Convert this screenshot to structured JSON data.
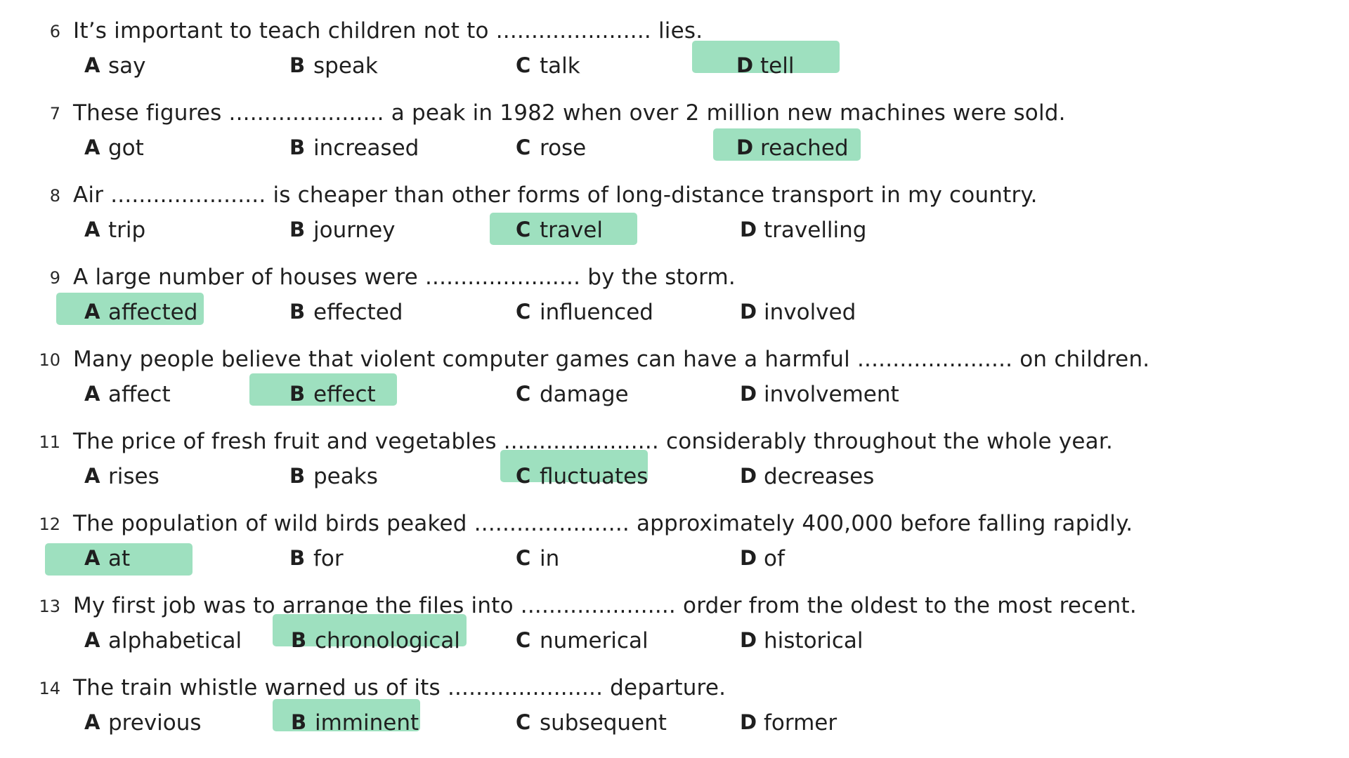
{
  "questions": [
    {
      "number": "6",
      "text": "It’s important to teach children not to ...................... lies.",
      "options": [
        {
          "letter": "A",
          "text": "say",
          "selected": false
        },
        {
          "letter": "B",
          "text": "speak",
          "selected": false
        },
        {
          "letter": "C",
          "text": "talk",
          "selected": false
        },
        {
          "letter": "D",
          "text": "tell",
          "selected": true
        }
      ]
    },
    {
      "number": "7",
      "text": "These figures ...................... a peak in 1982 when over 2 million new machines were sold.",
      "options": [
        {
          "letter": "A",
          "text": "got",
          "selected": false
        },
        {
          "letter": "B",
          "text": "increased",
          "selected": false
        },
        {
          "letter": "C",
          "text": "rose",
          "selected": false
        },
        {
          "letter": "D",
          "text": "reached",
          "selected": true
        }
      ]
    },
    {
      "number": "8",
      "text": "Air ...................... is cheaper than other forms of long-distance transport in my country.",
      "options": [
        {
          "letter": "A",
          "text": "trip",
          "selected": false
        },
        {
          "letter": "B",
          "text": "journey",
          "selected": false
        },
        {
          "letter": "C",
          "text": "travel",
          "selected": true
        },
        {
          "letter": "D",
          "text": "travelling",
          "selected": false
        }
      ]
    },
    {
      "number": "9",
      "text": "A large number of houses were ...................... by the storm.",
      "options": [
        {
          "letter": "A",
          "text": "affected",
          "selected": true
        },
        {
          "letter": "B",
          "text": "effected",
          "selected": false
        },
        {
          "letter": "C",
          "text": "influenced",
          "selected": false
        },
        {
          "letter": "D",
          "text": "involved",
          "selected": false
        }
      ]
    },
    {
      "number": "10",
      "text": "Many people believe that violent computer games can have a harmful ...................... on children.",
      "options": [
        {
          "letter": "A",
          "text": "affect",
          "selected": false
        },
        {
          "letter": "B",
          "text": "effect",
          "selected": true
        },
        {
          "letter": "C",
          "text": "damage",
          "selected": false
        },
        {
          "letter": "D",
          "text": "involvement",
          "selected": false
        }
      ]
    },
    {
      "number": "11",
      "text": "The price of fresh fruit and vegetables ...................... considerably throughout the whole year.",
      "options": [
        {
          "letter": "A",
          "text": "rises",
          "selected": false
        },
        {
          "letter": "B",
          "text": "peaks",
          "selected": false
        },
        {
          "letter": "C",
          "text": "fluctuates",
          "selected": true
        },
        {
          "letter": "D",
          "text": "decreases",
          "selected": false
        }
      ]
    },
    {
      "number": "12",
      "text": "The population of wild birds peaked ...................... approximately 400,000 before falling rapidly.",
      "options": [
        {
          "letter": "A",
          "text": "at",
          "selected": true
        },
        {
          "letter": "B",
          "text": "for",
          "selected": false
        },
        {
          "letter": "C",
          "text": "in",
          "selected": false
        },
        {
          "letter": "D",
          "text": "of",
          "selected": false
        }
      ]
    },
    {
      "number": "13",
      "text": "My first job was to arrange the files into ...................... order from the oldest to the most recent.",
      "options": [
        {
          "letter": "A",
          "text": "alphabetical",
          "selected": false
        },
        {
          "letter": "B",
          "text": "chronological",
          "selected": true
        },
        {
          "letter": "C",
          "text": "numerical",
          "selected": false
        },
        {
          "letter": "D",
          "text": "historical",
          "selected": false
        }
      ]
    },
    {
      "number": "14",
      "text": "The train whistle warned us of its ...................... departure.",
      "options": [
        {
          "letter": "A",
          "text": "previous",
          "selected": false
        },
        {
          "letter": "B",
          "text": "imminent",
          "selected": true
        },
        {
          "letter": "C",
          "text": "subsequent",
          "selected": false
        },
        {
          "letter": "D",
          "text": "former",
          "selected": false
        }
      ]
    }
  ],
  "colors": {
    "highlight": "#9ee0bf",
    "text": "#1f1f1f"
  }
}
